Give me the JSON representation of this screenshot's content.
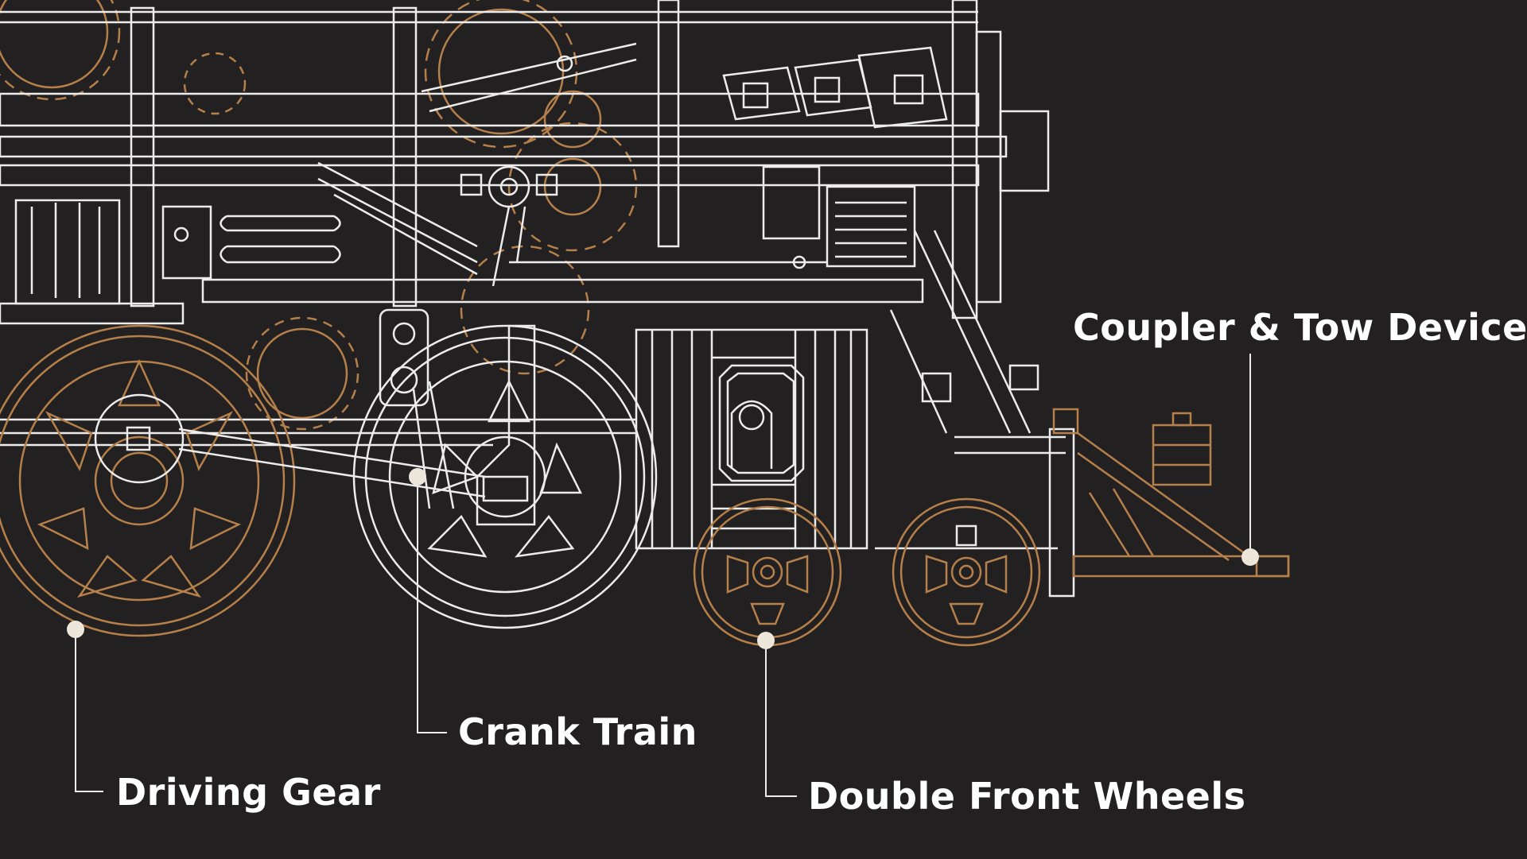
{
  "labels": {
    "coupler": "Coupler & Tow Device",
    "crank": "Crank Train",
    "driving": "Driving Gear",
    "front": "Double Front Wheels"
  },
  "colors": {
    "background": "#232021",
    "line": "#ececec",
    "accent": "#b5804a",
    "dot": "#ede6da"
  }
}
